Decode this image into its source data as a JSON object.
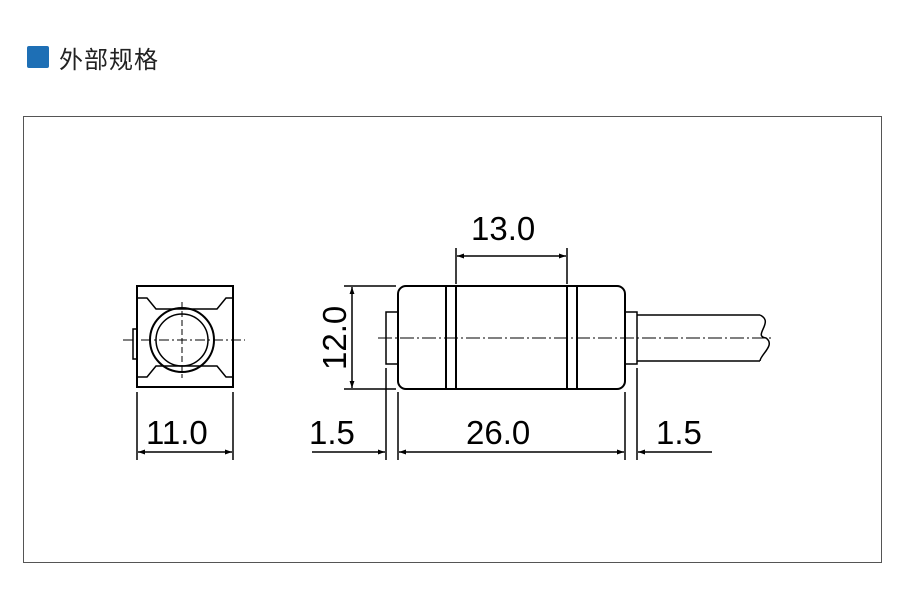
{
  "header": {
    "title": "外部规格",
    "accent_color": "#1e6fb5",
    "icon": "square-bullet-icon"
  },
  "drawing": {
    "dimensions": {
      "top_width": "13.0",
      "height": "12.0",
      "side_width": "11.0",
      "left_offset": "1.5",
      "body_length": "26.0",
      "right_offset": "1.5"
    }
  }
}
